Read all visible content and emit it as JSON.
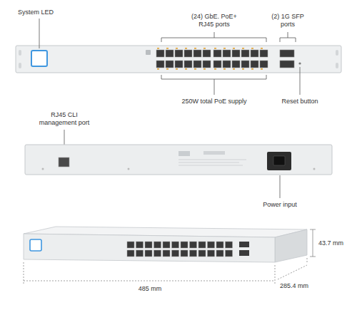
{
  "diagram": {
    "labels": [
      "System LED",
      "(24) GbE. PoE+ RJ45 ports",
      "(2) 1G SFP ports",
      "250W total PoE supply",
      "Reset button",
      "RJ45 CLI management port",
      "Power input",
      "43.7 mm",
      "485 mm",
      "285.4 mm"
    ]
  }
}
